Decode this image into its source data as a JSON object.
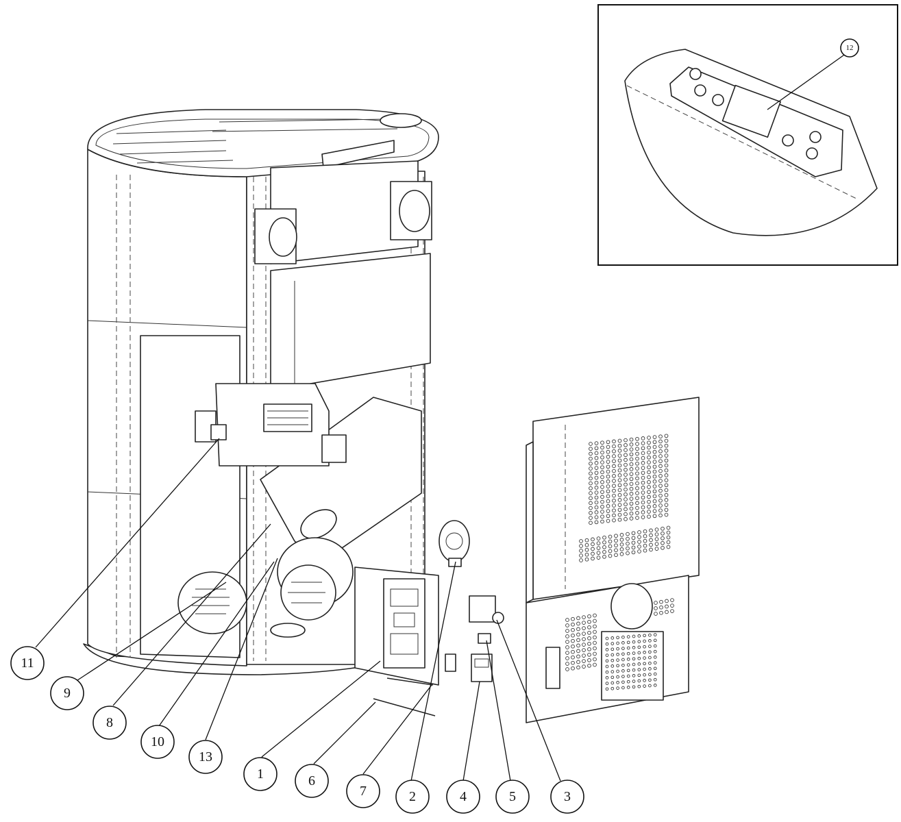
{
  "callouts": [
    {
      "id": "callout-1",
      "label": "1"
    },
    {
      "id": "callout-2",
      "label": "2"
    },
    {
      "id": "callout-3",
      "label": "3"
    },
    {
      "id": "callout-4",
      "label": "4"
    },
    {
      "id": "callout-5",
      "label": "5"
    },
    {
      "id": "callout-6",
      "label": "6"
    },
    {
      "id": "callout-7",
      "label": "7"
    },
    {
      "id": "callout-8",
      "label": "8"
    },
    {
      "id": "callout-9",
      "label": "9"
    },
    {
      "id": "callout-10",
      "label": "10"
    },
    {
      "id": "callout-11",
      "label": "11"
    },
    {
      "id": "callout-12",
      "label": "12"
    },
    {
      "id": "callout-13",
      "label": "13"
    }
  ]
}
